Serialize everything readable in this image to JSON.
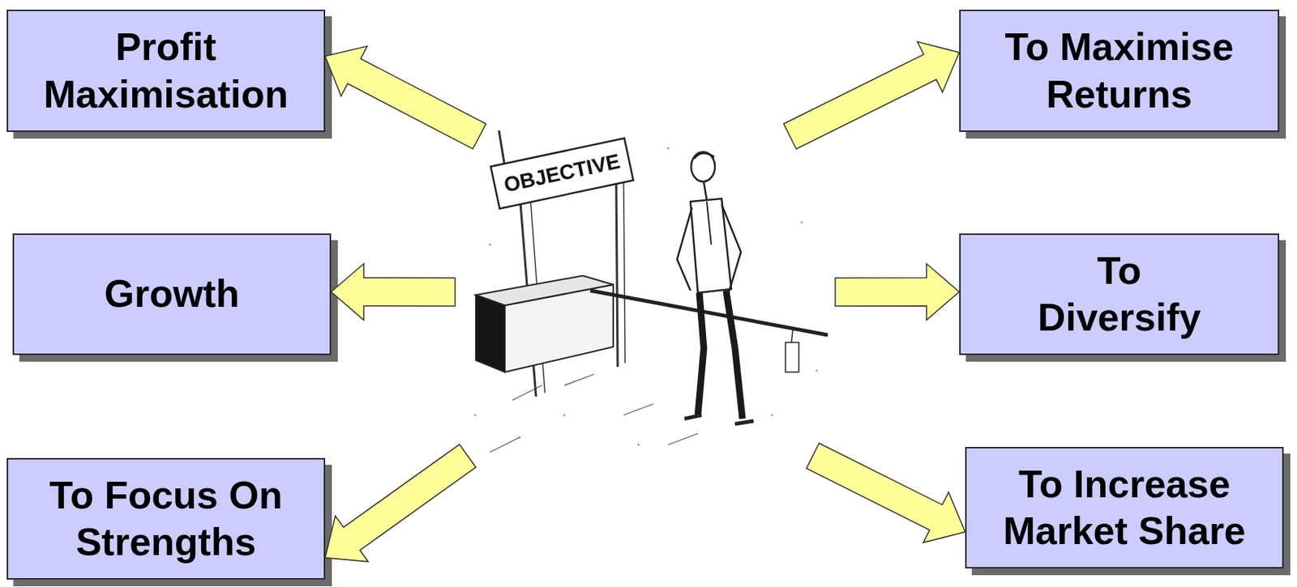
{
  "diagram": {
    "nodes": [
      {
        "text": [
          "Profit Maximisation"
        ]
      },
      {
        "text": [
          "OBJECTIVE"
        ]
      },
      {
        "text": [
          "To Maximise Returns"
        ]
      },
      {
        "text": [
          "Growth"
        ]
      },
      {
        "text": [
          "To Diversify"
        ]
      },
      {
        "text": [
          "To Focus On Strengths"
        ]
      },
      {
        "text": [
          "To Increase Market Share"
        ]
      }
    ],
    "edges": [
      {
        "from": 1,
        "to": 0,
        "arrow": "to"
      },
      {
        "from": 1,
        "to": 2,
        "arrow": "to"
      },
      {
        "from": 1,
        "to": 3,
        "arrow": "to"
      },
      {
        "from": 1,
        "to": 4,
        "arrow": "to"
      },
      {
        "from": 1,
        "to": 5,
        "arrow": "to"
      },
      {
        "from": 1,
        "to": 6,
        "arrow": "to"
      }
    ]
  }
}
